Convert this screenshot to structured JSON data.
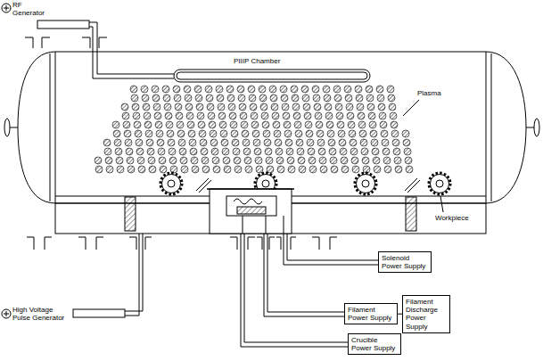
{
  "diagram": {
    "nodes": [
      {
        "text": [
          "Solenoid Power Supply"
        ]
      },
      {
        "text": [
          "Filament Power Supply"
        ]
      },
      {
        "text": [
          "Filament Discharge Power Supply"
        ]
      },
      {
        "text": [
          "Crucible Power Supply"
        ]
      }
    ],
    "edges": [
      {
        "from": 1,
        "to": 2,
        "arrow": "none"
      }
    ],
    "labels": [
      "RF Generator",
      "PIIIP Chamber",
      "Plasma",
      "Workpiece",
      "High Voltage Pulse Generator"
    ]
  }
}
